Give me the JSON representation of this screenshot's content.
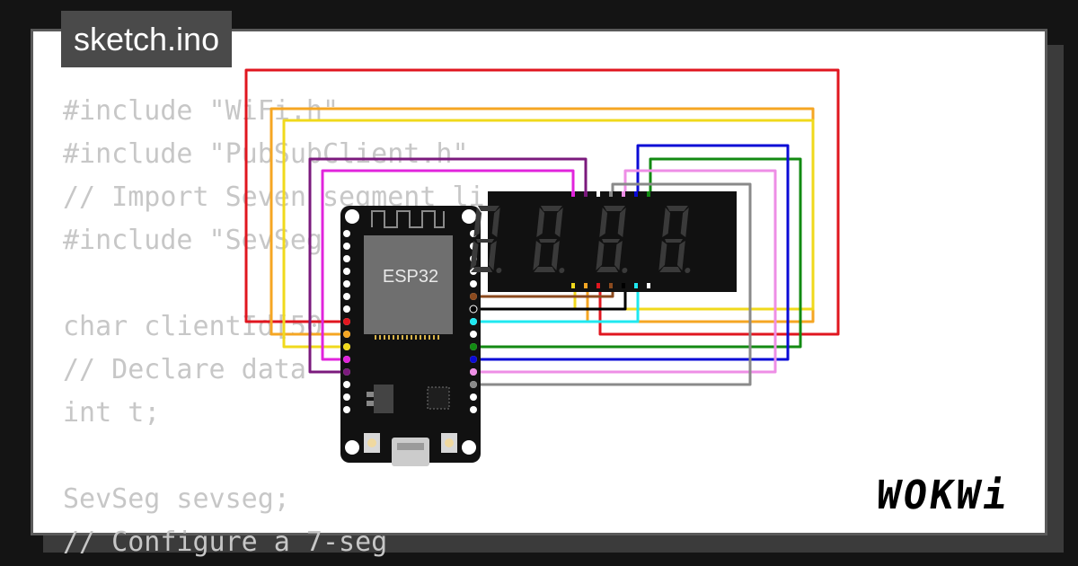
{
  "window": {
    "tab_title": "sketch.ino"
  },
  "code_lines": [
    "#include \"WiFi.h\"",
    "#include \"PubSubClient.h\"",
    "// Import Seven segment li",
    "#include \"SevSeg",
    "",
    "char clientId[50",
    "// Declare data",
    "int t;",
    "",
    "SevSeg sevseg;",
    "// Configure a 7-seg"
  ],
  "board": {
    "label": "ESP32"
  },
  "display": {
    "digits": 4
  },
  "brand": {
    "logo": "WOKWi"
  },
  "colors": {
    "frame_bg": "#141414",
    "card_bg": "#ffffff",
    "tab_bg": "#4a4a4a",
    "code_text": "#c7c7c7",
    "board_bg": "#111111",
    "chip_bg": "#6f6f6f",
    "segment_off": "#3a3a3a",
    "wire_red": "#e0161f",
    "wire_orange": "#f5a623",
    "wire_yellow": "#f0d91c",
    "wire_purple": "#7b1a7d",
    "wire_magenta": "#e124dc",
    "wire_blue": "#0b0bd6",
    "wire_green": "#128a12",
    "wire_pink": "#ee8ee6",
    "wire_gray": "#8a8a8a",
    "wire_brown": "#8b4a1e",
    "wire_black": "#000000",
    "wire_cyan": "#1fe8f0"
  }
}
